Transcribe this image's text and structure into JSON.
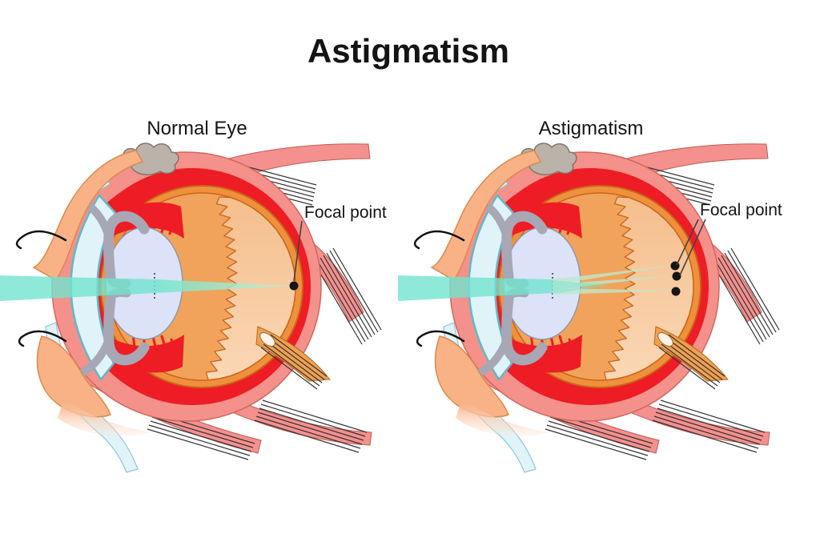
{
  "title": "Astigmatism",
  "figures": [
    {
      "label": "Normal Eye",
      "focal_label": "Focal point",
      "focal_points": 1
    },
    {
      "label": "Astigmatism",
      "focal_label": "Focal point",
      "focal_points": 3
    }
  ],
  "colors": {
    "background": "#FFFFFF",
    "text": "#141414",
    "beam": "#72E4CE",
    "beam_pale": "#BDE9C9",
    "sclera": "#F4918A",
    "choroid": "#EE1C24",
    "retina_ring": "#EF913C",
    "retina_outline": "#C9641A",
    "vitreous_front": "#F2A35B",
    "vitreous_top": "#F5BD8B",
    "vitreous_bottom": "#FAD9B8",
    "lens": "#DCE2F7",
    "cornea": "#DFF3F9",
    "iris": "#A7A7B6",
    "muscle": "#F4908E",
    "tendon": "#333333",
    "skin": "#F8B285",
    "gland": "#BBB2A9",
    "fan": "#F0A050",
    "focal_dot": "#151515",
    "leader": "#444444"
  }
}
